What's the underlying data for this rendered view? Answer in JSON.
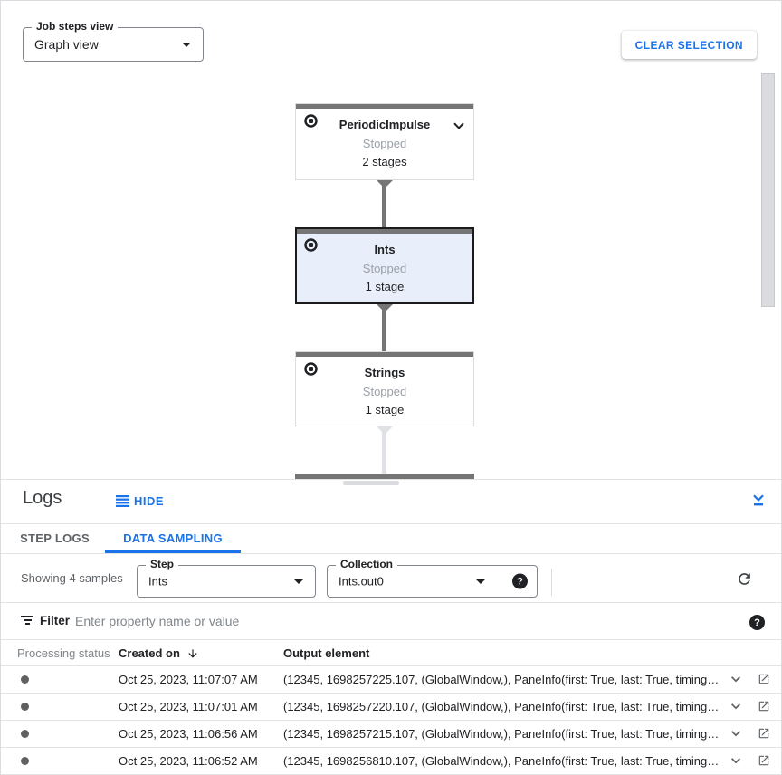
{
  "top_bar": {
    "job_steps_view": {
      "label": "Job steps view",
      "value": "Graph view"
    },
    "clear_selection_label": "CLEAR SELECTION"
  },
  "graph": {
    "selected_node": "Ints",
    "nodes": [
      {
        "title": "PeriodicImpulse",
        "status": "Stopped",
        "detail": "2 stages"
      },
      {
        "title": "Ints",
        "status": "Stopped",
        "detail": "1 stage"
      },
      {
        "title": "Strings",
        "status": "Stopped",
        "detail": "1 stage"
      }
    ]
  },
  "logs": {
    "title": "Logs",
    "hide_label": "HIDE",
    "tabs": [
      {
        "label": "STEP LOGS"
      },
      {
        "label": "DATA SAMPLING"
      }
    ],
    "active_tab": "DATA SAMPLING",
    "toolbar": {
      "showing_text": "Showing 4 samples",
      "step_select": {
        "label": "Step",
        "value": "Ints"
      },
      "collection_select": {
        "label": "Collection",
        "value": "Ints.out0"
      }
    },
    "filter": {
      "label": "Filter",
      "placeholder": "Enter property name or value"
    },
    "table": {
      "columns": [
        "Processing status",
        "Created on",
        "Output element"
      ],
      "sort_column": "Created on",
      "sort_direction": "descending",
      "rows": [
        {
          "created_on": "Oct 25, 2023, 11:07:07 AM",
          "output": "(12345, 1698257225.107, (GlobalWindow,), PaneInfo(first: True, last: True, timing…"
        },
        {
          "created_on": "Oct 25, 2023, 11:07:01 AM",
          "output": "(12345, 1698257220.107, (GlobalWindow,), PaneInfo(first: True, last: True, timing…"
        },
        {
          "created_on": "Oct 25, 2023, 11:06:56 AM",
          "output": "(12345, 1698257215.107, (GlobalWindow,), PaneInfo(first: True, last: True, timing…"
        },
        {
          "created_on": "Oct 25, 2023, 11:06:52 AM",
          "output": "(12345, 1698256810.107, (GlobalWindow,), PaneInfo(first: True, last: True, timing…"
        }
      ]
    }
  },
  "icons": {
    "help_glyph": "?"
  },
  "colors": {
    "accent_blue": "#1a73e8",
    "selected_node_bg": "#e8eefa",
    "node_top_bar": "#757575",
    "status_text": "#9aa0a6",
    "divider": "#e3e3e3"
  }
}
